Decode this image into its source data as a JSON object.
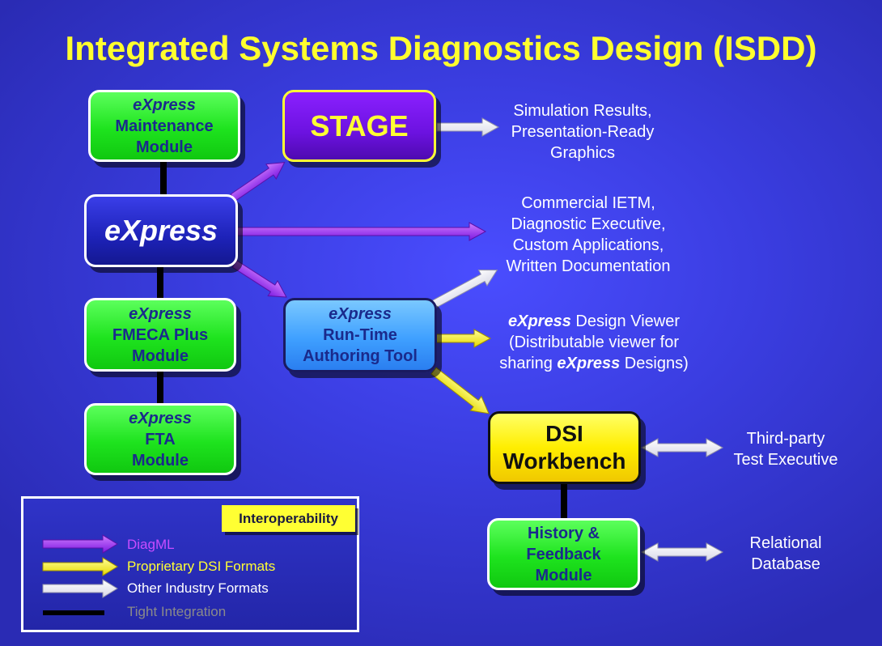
{
  "title": "Integrated Systems Diagnostics Design (ISDD)",
  "boxes": {
    "maintenance": {
      "line1": "eXpress",
      "line2": "Maintenance",
      "line3": "Module"
    },
    "express": {
      "label": "eXpress"
    },
    "fmeca": {
      "line1": "eXpress",
      "line2": "FMECA Plus",
      "line3": "Module"
    },
    "fta": {
      "line1": "eXpress",
      "line2": "FTA",
      "line3": "Module"
    },
    "stage": {
      "label": "STAGE"
    },
    "runtime": {
      "line1": "eXpress",
      "line2": "Run-Time",
      "line3": "Authoring Tool"
    },
    "dsi": {
      "line1": "DSI",
      "line2": "Workbench"
    },
    "history": {
      "line1": "History &",
      "line2": "Feedback",
      "line3": "Module"
    }
  },
  "outputs": {
    "simulation": {
      "line1": "Simulation Results,",
      "line2": "Presentation-Ready",
      "line3": "Graphics"
    },
    "commercial": {
      "line1": "Commercial IETM,",
      "line2": "Diagnostic Executive,",
      "line3": "Custom Applications,",
      "line4": "Written Documentation"
    },
    "viewer": {
      "line1_em": "eXpress",
      "line1_rest": " Design Viewer",
      "line2": "(Distributable viewer for",
      "line3_pre": "sharing ",
      "line3_em": "eXpress",
      "line3_post": " Designs)"
    },
    "third_party": {
      "line1": "Third-party",
      "line2": "Test Executive"
    },
    "relational": {
      "line1": "Relational",
      "line2": "Database"
    }
  },
  "legend": {
    "title": "Interoperability",
    "items": [
      {
        "label": "DiagML",
        "color": "#c84cff"
      },
      {
        "label": "Proprietary DSI Formats",
        "color": "#ffff33"
      },
      {
        "label": "Other Industry Formats",
        "color": "#ffffff"
      },
      {
        "label": "Tight Integration",
        "color": "#8a8a8a"
      }
    ]
  },
  "colors": {
    "background": "#3a3de0",
    "title": "#ffff2e",
    "diagml": "#9b30ff",
    "proprietary": "#ffff00",
    "other": "#ffffff",
    "tight": "#000000"
  }
}
